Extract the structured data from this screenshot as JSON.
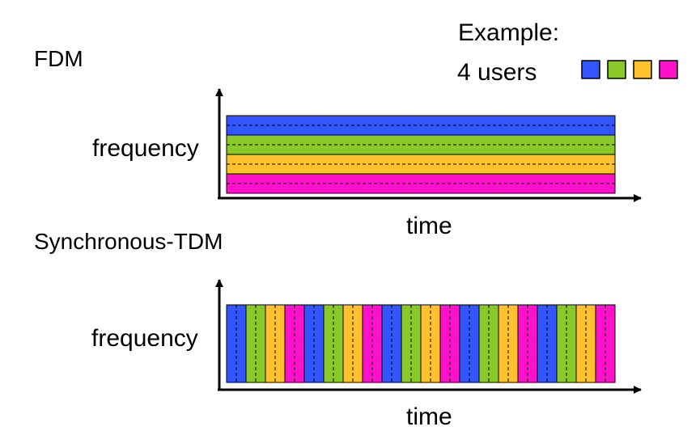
{
  "legend": {
    "title": "Example:",
    "caption": "4 users",
    "users": [
      {
        "color": "#3355ff"
      },
      {
        "color": "#88c928"
      },
      {
        "color": "#ffc22e"
      },
      {
        "color": "#ff11cc"
      }
    ]
  },
  "fdm": {
    "title": "FDM",
    "y_label": "frequency",
    "x_label": "time",
    "bands": [
      "#3355ff",
      "#88c928",
      "#ffc22e",
      "#ff11cc"
    ]
  },
  "tdm": {
    "title": "Synchronous-TDM",
    "y_label": "frequency",
    "x_label": "time",
    "cycles": 5,
    "slot_colors": [
      "#3355ff",
      "#88c928",
      "#ffc22e",
      "#ff11cc"
    ]
  }
}
